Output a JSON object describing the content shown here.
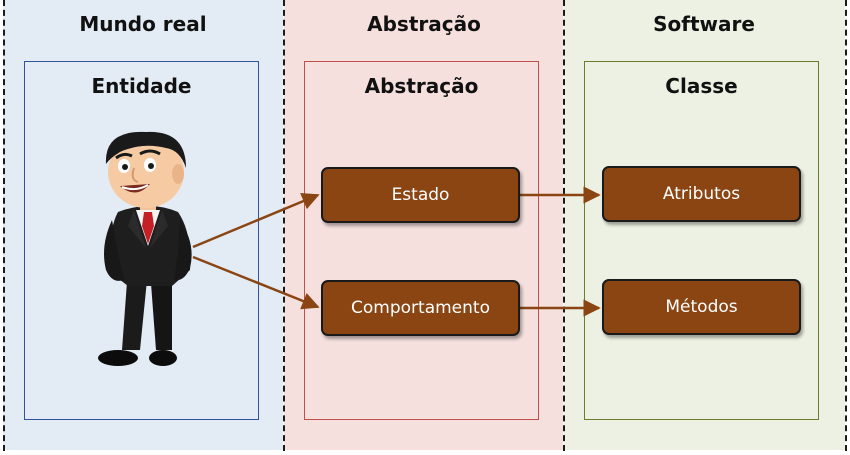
{
  "columns": [
    {
      "title": "Mundo real",
      "panel_title": "Entidade"
    },
    {
      "title": "Abstração",
      "panel_title": "Abstração"
    },
    {
      "title": "Software",
      "panel_title": "Classe"
    }
  ],
  "nodes": {
    "estado": "Estado",
    "comportamento": "Comportamento",
    "atributos": "Atributos",
    "metodos": "Métodos"
  },
  "colors": {
    "node_fill": "#8a4513",
    "arrow": "#8a4513",
    "mundo_bg": "#e3ebf4",
    "abstracao_bg": "#f5e0de",
    "software_bg": "#edf1e3"
  },
  "icons": [
    "businessman-icon"
  ]
}
